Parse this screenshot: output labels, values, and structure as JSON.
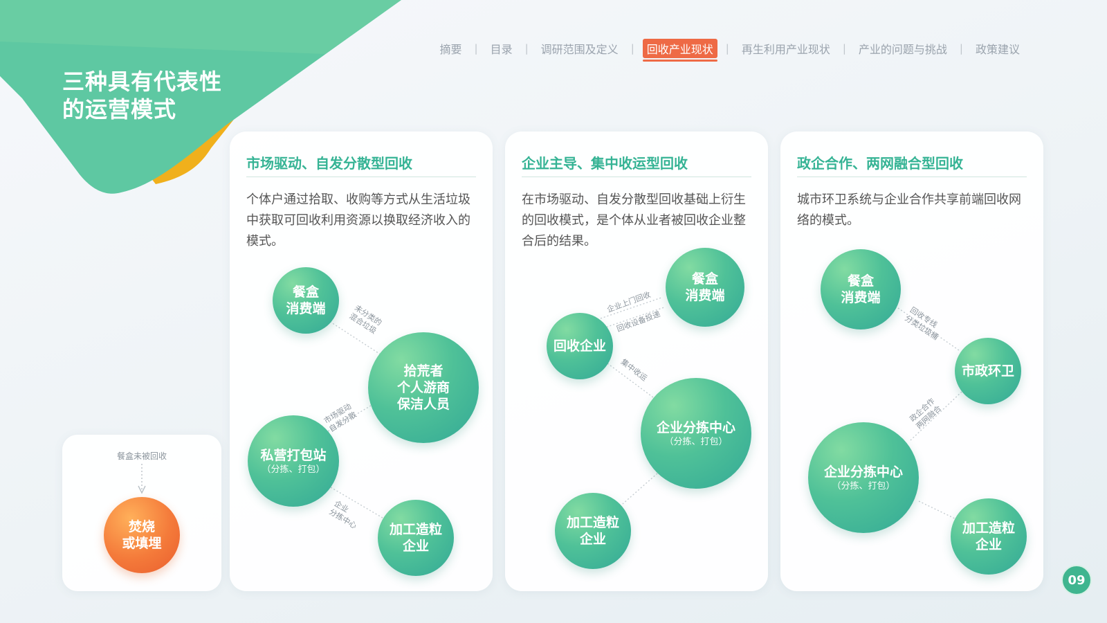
{
  "title": "三种具有代表性\n的运营模式",
  "nav": {
    "items": [
      {
        "label": "摘要"
      },
      {
        "label": "目录"
      },
      {
        "label": "调研范围及定义"
      },
      {
        "label": "回收产业现状",
        "active": true
      },
      {
        "label": "再生利用产业现状"
      },
      {
        "label": "产业的问题与挑战"
      },
      {
        "label": "政策建议"
      }
    ]
  },
  "colors": {
    "accent_green": "#3fb58f",
    "title_green": "#35b394",
    "active_orange": "#ee6a45",
    "node_orange": "#f47a3a",
    "deco_yellow": "#f0b01c"
  },
  "side": {
    "label": "餐盒未被回收",
    "node": "焚烧\n或填埋"
  },
  "cards": [
    {
      "title": "市场驱动、自发分散型回收",
      "desc": "个体户通过拾取、收购等方式从生活垃圾中获取可回收利用资源以换取经济收入的模式。",
      "nodes": [
        {
          "name": "餐盒\n消费端",
          "sub": ""
        },
        {
          "name": "拾荒者\n个人游商\n保洁人员",
          "sub": ""
        },
        {
          "name": "私营打包站",
          "sub": "（分拣、打包）"
        },
        {
          "name": "加工造粒\n企业",
          "sub": ""
        }
      ],
      "edge_labels": [
        {
          "text": "未分类的\n混合垃圾"
        },
        {
          "text": "市场驱动\n自发分散"
        },
        {
          "text": "企业\n分拣中心"
        }
      ]
    },
    {
      "title": "企业主导、集中收运型回收",
      "desc": "在市场驱动、自发分散型回收基础上衍生的回收模式，是个体从业者被回收企业整合后的结果。",
      "nodes": [
        {
          "name": "餐盒\n消费端",
          "sub": ""
        },
        {
          "name": "回收企业",
          "sub": ""
        },
        {
          "name": "企业分拣中心",
          "sub": "（分拣、打包）"
        },
        {
          "name": "加工造粒\n企业",
          "sub": ""
        }
      ],
      "edge_labels": [
        {
          "text": "企业上门回收"
        },
        {
          "text": "回收设备投递"
        },
        {
          "text": "集中收运"
        }
      ]
    },
    {
      "title": "政企合作、两网融合型回收",
      "desc": "城市环卫系统与企业合作共享前端回收网络的模式。",
      "nodes": [
        {
          "name": "餐盒\n消费端",
          "sub": ""
        },
        {
          "name": "市政环卫",
          "sub": ""
        },
        {
          "name": "企业分拣中心",
          "sub": "（分拣、打包）"
        },
        {
          "name": "加工造粒\n企业",
          "sub": ""
        }
      ],
      "edge_labels": [
        {
          "text": "回收专线\n分类垃圾桶"
        },
        {
          "text": "政企合作\n两网融合"
        }
      ]
    }
  ],
  "page_number": "09"
}
